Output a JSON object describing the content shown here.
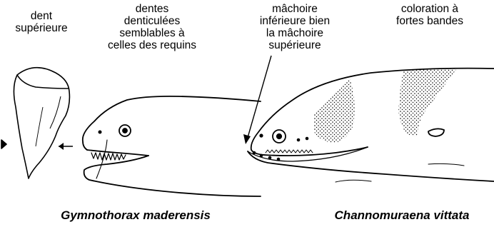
{
  "labels": {
    "tooth": [
      "dent",
      "supérieure"
    ],
    "denticulate": [
      "dentes",
      "denticulées",
      "semblables à",
      "celles des requins"
    ],
    "jaw": [
      "mâchoire",
      "inférieure bien",
      "la mâchoire",
      "supérieure"
    ],
    "coloration": [
      "coloration à",
      "fortes bandes"
    ]
  },
  "species": {
    "left": "Gymnothorax maderensis",
    "right": "Channomuraena vittata"
  }
}
